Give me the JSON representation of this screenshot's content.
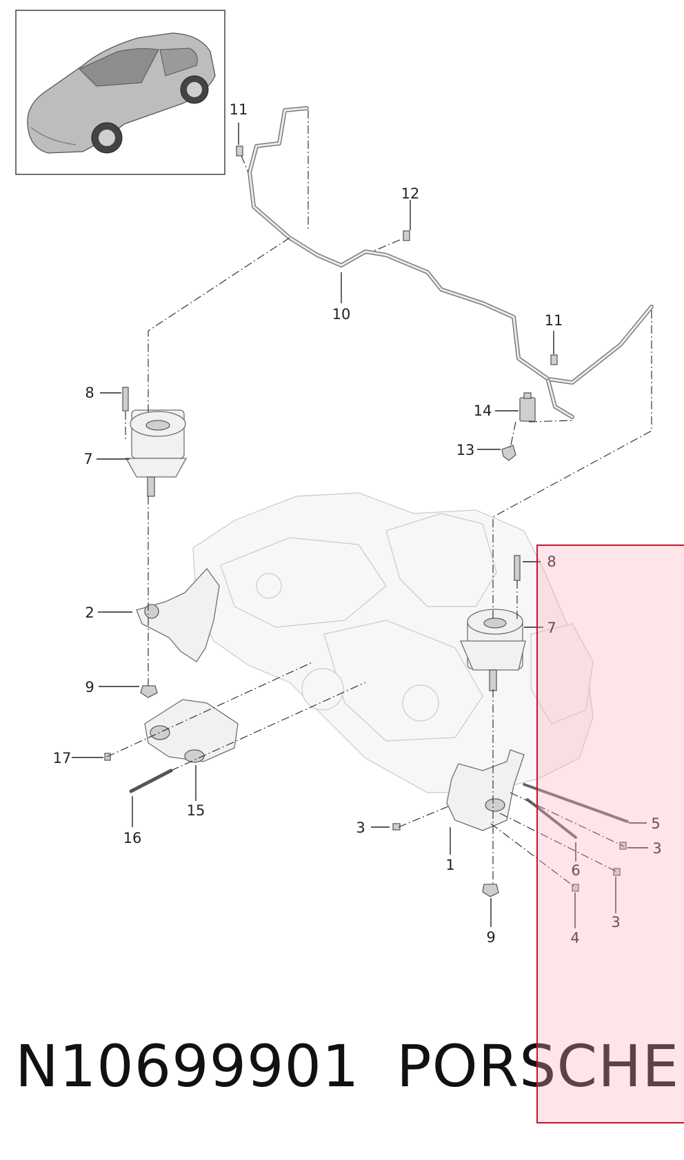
{
  "diagram": {
    "part_number": "N10699901",
    "brand": "PORSCHE",
    "thumbnail": {
      "icon": "car-sports-coupe-icon"
    },
    "callouts": [
      {
        "id": "c11a",
        "text": "11"
      },
      {
        "id": "c12",
        "text": "12"
      },
      {
        "id": "c10",
        "text": "10"
      },
      {
        "id": "c11b",
        "text": "11"
      },
      {
        "id": "c8a",
        "text": "8"
      },
      {
        "id": "c7a",
        "text": "7"
      },
      {
        "id": "c14",
        "text": "14"
      },
      {
        "id": "c13",
        "text": "13"
      },
      {
        "id": "c8b",
        "text": "8"
      },
      {
        "id": "c7b",
        "text": "7"
      },
      {
        "id": "c2",
        "text": "2"
      },
      {
        "id": "c9a",
        "text": "9"
      },
      {
        "id": "c17",
        "text": "17"
      },
      {
        "id": "c15",
        "text": "15"
      },
      {
        "id": "c16",
        "text": "16"
      },
      {
        "id": "c5",
        "text": "5"
      },
      {
        "id": "c3a",
        "text": "3"
      },
      {
        "id": "c3b",
        "text": "3"
      },
      {
        "id": "c6",
        "text": "6"
      },
      {
        "id": "c1",
        "text": "1"
      },
      {
        "id": "c3c",
        "text": "3"
      },
      {
        "id": "c9b",
        "text": "9"
      },
      {
        "id": "c4",
        "text": "4"
      }
    ],
    "highlight_color": "#c8102e"
  }
}
